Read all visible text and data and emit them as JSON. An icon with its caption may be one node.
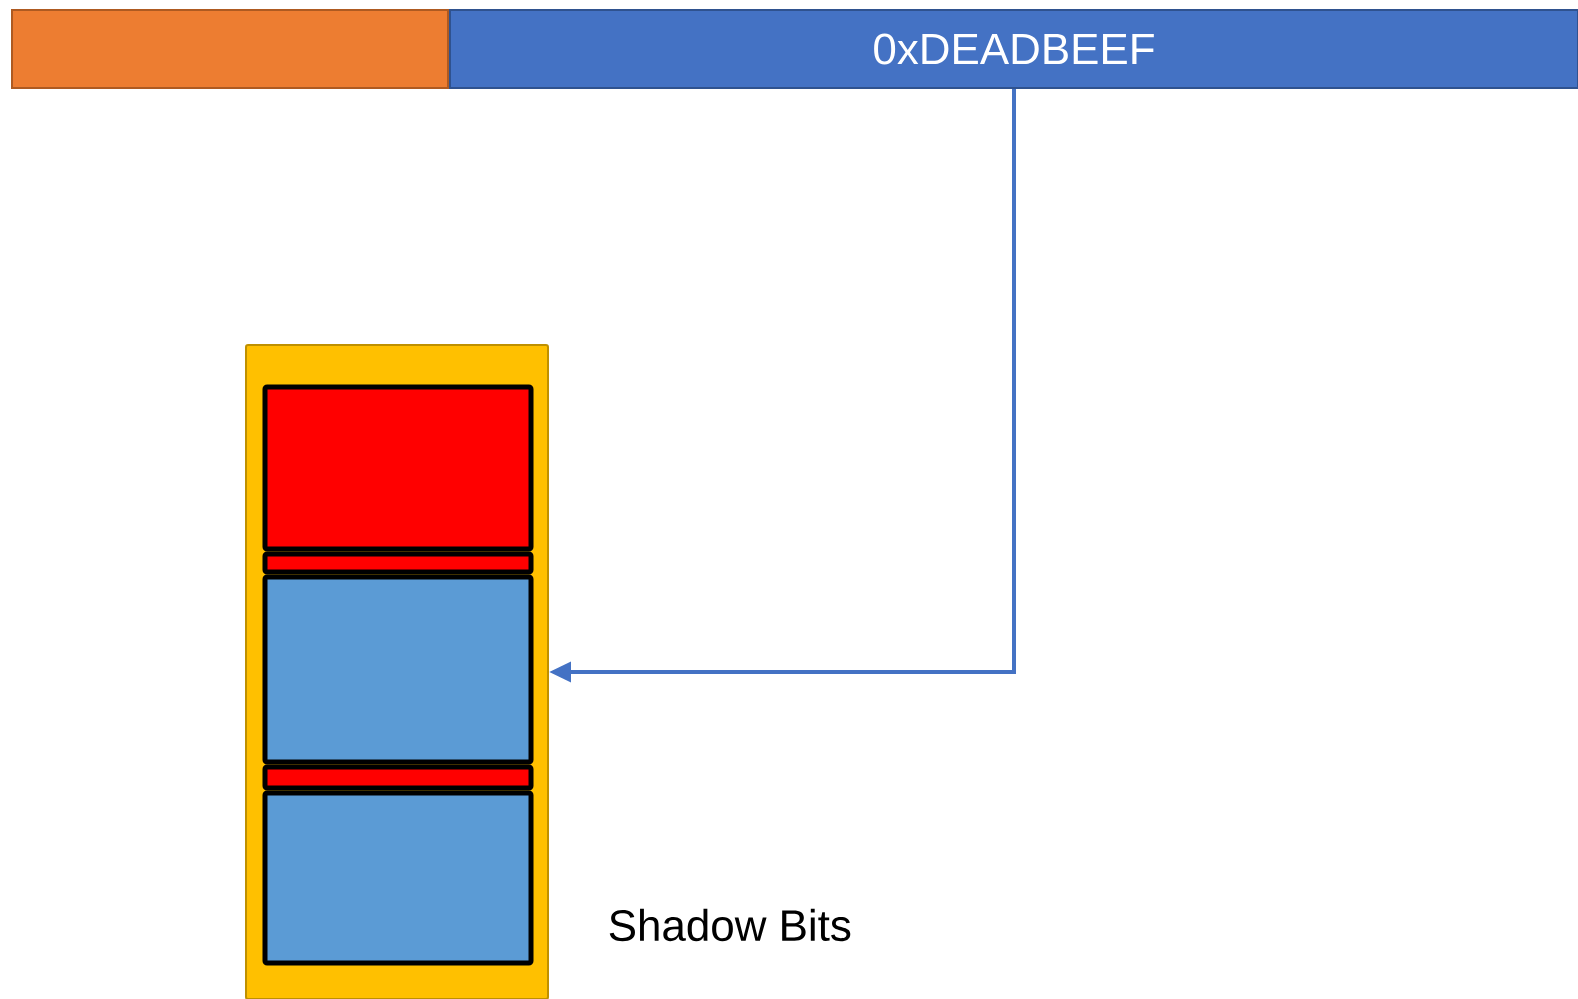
{
  "diagram": {
    "nodes": [
      {
        "text": [],
        "shape": "bar"
      },
      {
        "text": [
          "0xDEADBEEF"
        ]
      },
      {
        "text": [],
        "shape": "box",
        "beside": [
          "Shadow Bits"
        ]
      },
      {
        "text": [],
        "shape": "box",
        "in": 2
      },
      {
        "text": [],
        "shape": "box",
        "in": 2
      },
      {
        "text": [],
        "shape": "box",
        "in": 2
      },
      {
        "text": [],
        "shape": "box",
        "in": 2
      },
      {
        "text": [],
        "shape": "box",
        "in": 2
      }
    ],
    "edges": [
      {
        "from": 1,
        "to": 2,
        "arrow": "to"
      }
    ]
  }
}
